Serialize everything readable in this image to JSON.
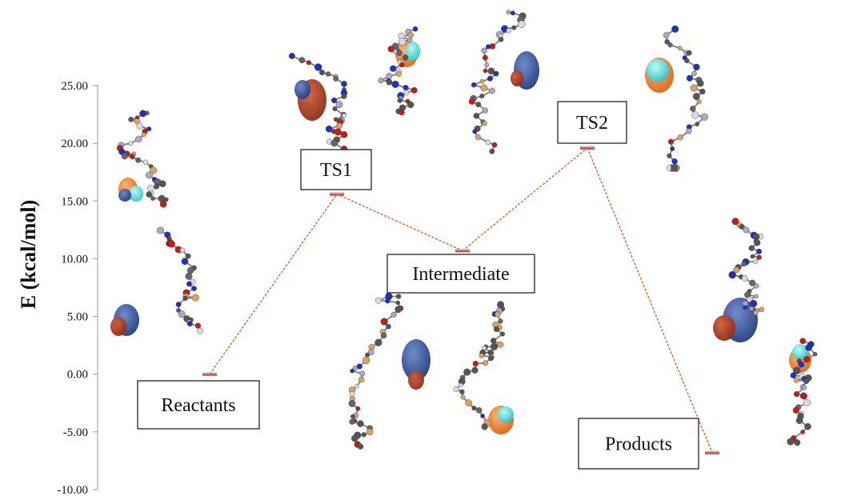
{
  "chart_data": {
    "type": "line",
    "title": "",
    "ylabel": "E (kcal/mol)",
    "xlabel": "",
    "ylim": [
      -10,
      25
    ],
    "yticks": [
      "25.00",
      "20.00",
      "15.00",
      "10.00",
      "5.00",
      "0.00",
      "-5.00",
      "-10.00"
    ],
    "points": [
      {
        "label": "Reactants",
        "y": 0.0
      },
      {
        "label": "TS1",
        "y": 15.6
      },
      {
        "label": "Intermediate",
        "y": 10.7
      },
      {
        "label": "TS2",
        "y": 19.6
      },
      {
        "label": "Products",
        "y": -6.8
      }
    ]
  }
}
